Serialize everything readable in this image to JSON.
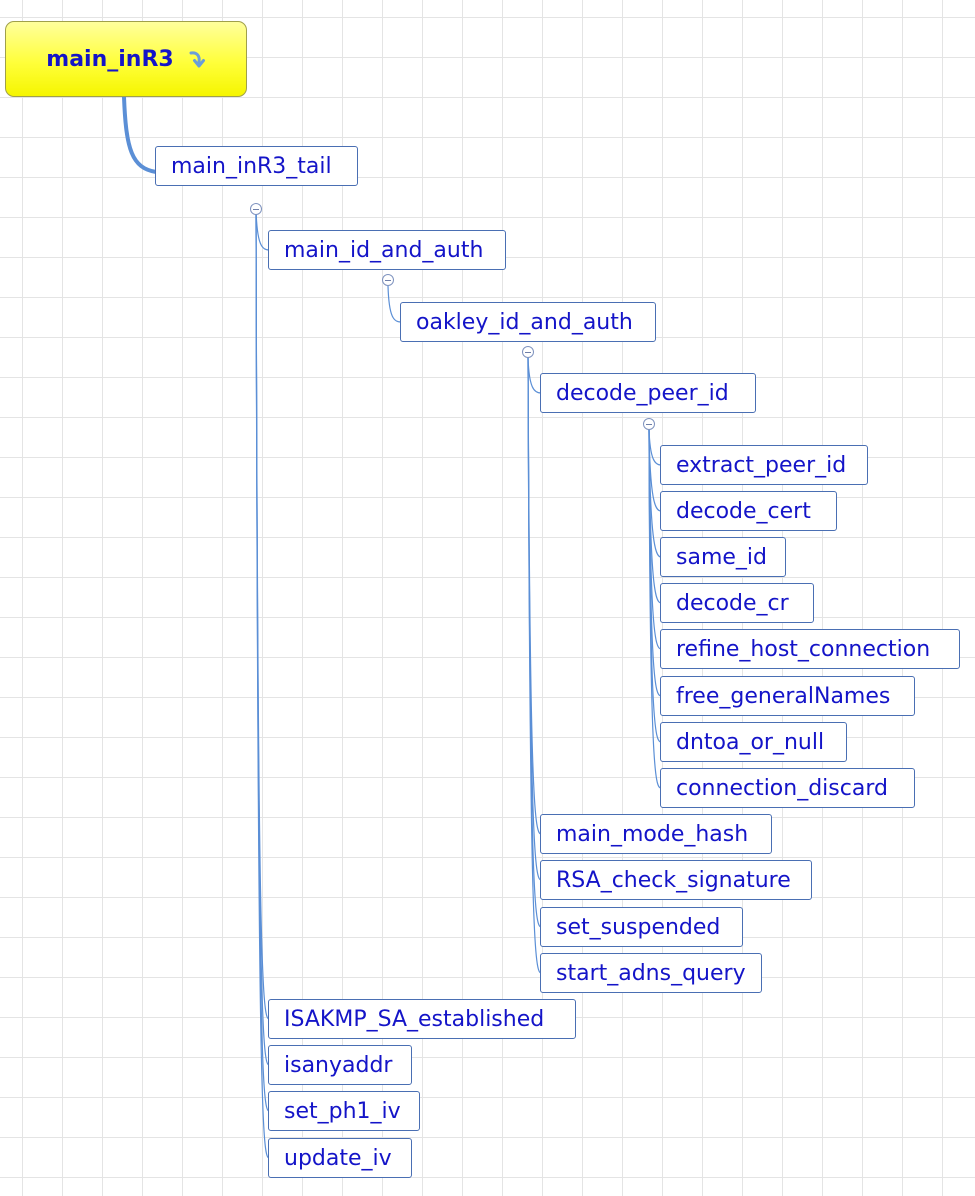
{
  "colors": {
    "node_text": "#1414c8",
    "node_border": "#4a6fb3",
    "root_fill": "#ffff3a",
    "connector": "#5b8fd6"
  },
  "root": {
    "label": "main_inR3",
    "icon": "refresh-arrow-icon"
  },
  "nodes": [
    {
      "id": "main_inR3_tail",
      "label": "main_inR3_tail"
    },
    {
      "id": "main_id_and_auth",
      "label": "main_id_and_auth"
    },
    {
      "id": "oakley_id_and_auth",
      "label": "oakley_id_and_auth"
    },
    {
      "id": "decode_peer_id",
      "label": "decode_peer_id"
    },
    {
      "id": "extract_peer_id",
      "label": "extract_peer_id"
    },
    {
      "id": "decode_cert",
      "label": "decode_cert"
    },
    {
      "id": "same_id",
      "label": "same_id"
    },
    {
      "id": "decode_cr",
      "label": "decode_cr"
    },
    {
      "id": "refine_host_connection",
      "label": "refine_host_connection"
    },
    {
      "id": "free_generalNames",
      "label": "free_generalNames"
    },
    {
      "id": "dntoa_or_null",
      "label": "dntoa_or_null"
    },
    {
      "id": "connection_discard",
      "label": "connection_discard"
    },
    {
      "id": "main_mode_hash",
      "label": "main_mode_hash"
    },
    {
      "id": "RSA_check_signature",
      "label": "RSA_check_signature"
    },
    {
      "id": "set_suspended",
      "label": "set_suspended"
    },
    {
      "id": "start_adns_query",
      "label": "start_adns_query"
    },
    {
      "id": "ISAKMP_SA_established",
      "label": "ISAKMP_SA_established"
    },
    {
      "id": "isanyaddr",
      "label": "isanyaddr"
    },
    {
      "id": "set_ph1_iv",
      "label": "set_ph1_iv"
    },
    {
      "id": "update_iv",
      "label": "update_iv"
    }
  ]
}
